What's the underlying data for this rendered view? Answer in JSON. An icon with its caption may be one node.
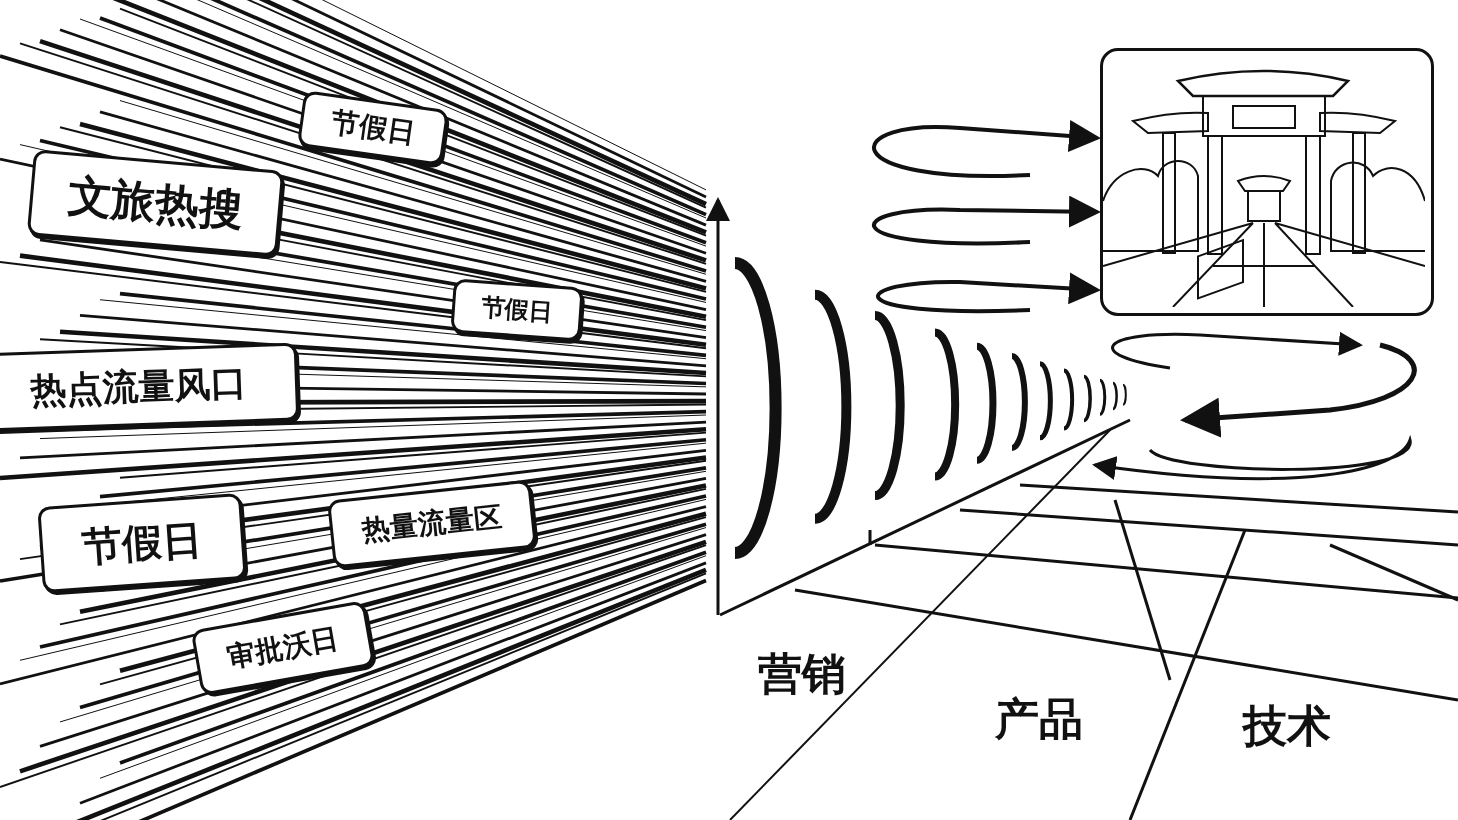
{
  "diagram": {
    "nodes": [
      {
        "text": [
          "节假日"
        ]
      },
      {
        "text": [
          "文旅热搜"
        ]
      },
      {
        "text": [
          "节假日"
        ]
      },
      {
        "text": [
          "热点流量风口"
        ]
      },
      {
        "text": [
          "节假日"
        ]
      },
      {
        "text": [
          "热量流量区"
        ]
      },
      {
        "text": [
          "审批沃日"
        ]
      },
      {
        "text": [],
        "shape": "picture"
      }
    ],
    "edges": [
      {
        "from": null,
        "to": 7,
        "arrow": "to"
      },
      {
        "from": null,
        "to": 7,
        "arrow": "to"
      },
      {
        "from": null,
        "to": 7,
        "arrow": "to"
      }
    ],
    "labels": [
      "营销",
      "产品",
      "技术"
    ]
  }
}
